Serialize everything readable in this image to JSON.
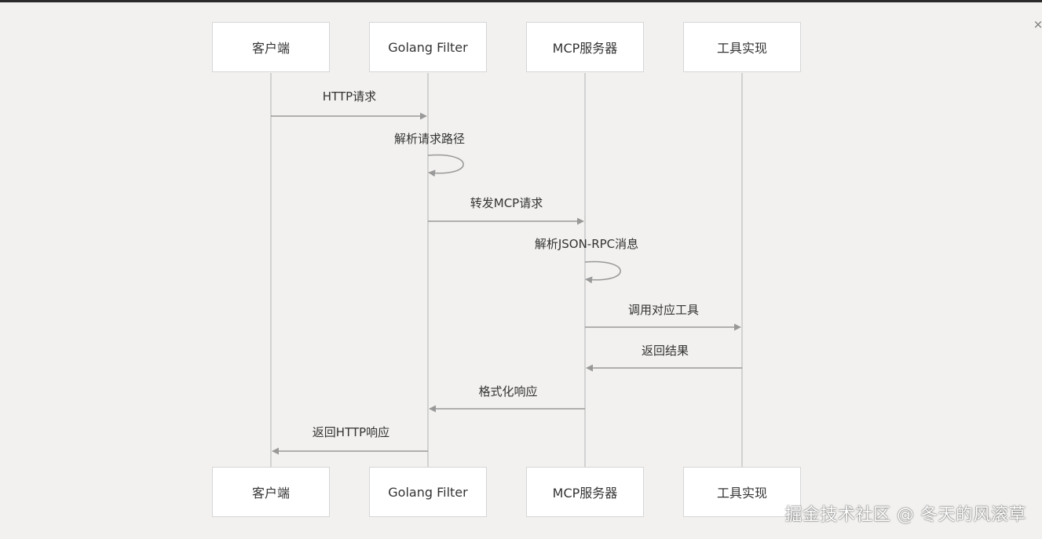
{
  "close_label": "×",
  "actors": [
    "客户端",
    "Golang Filter",
    "MCP服务器",
    "工具实现"
  ],
  "messages": [
    {
      "label": "HTTP请求",
      "from": 0,
      "to": 1
    },
    {
      "label": "解析请求路径",
      "from": 1,
      "to": 1
    },
    {
      "label": "转发MCP请求",
      "from": 1,
      "to": 2
    },
    {
      "label": "解析JSON-RPC消息",
      "from": 2,
      "to": 2
    },
    {
      "label": "调用对应工具",
      "from": 2,
      "to": 3
    },
    {
      "label": "返回结果",
      "from": 3,
      "to": 2
    },
    {
      "label": "格式化响应",
      "from": 2,
      "to": 1
    },
    {
      "label": "返回HTTP响应",
      "from": 1,
      "to": 0
    }
  ],
  "colors": {
    "line": "#c8c8c8",
    "arrow": "#999999",
    "text": "#333333"
  },
  "watermark": "掘金技术社区 @ 冬天的风滚草"
}
